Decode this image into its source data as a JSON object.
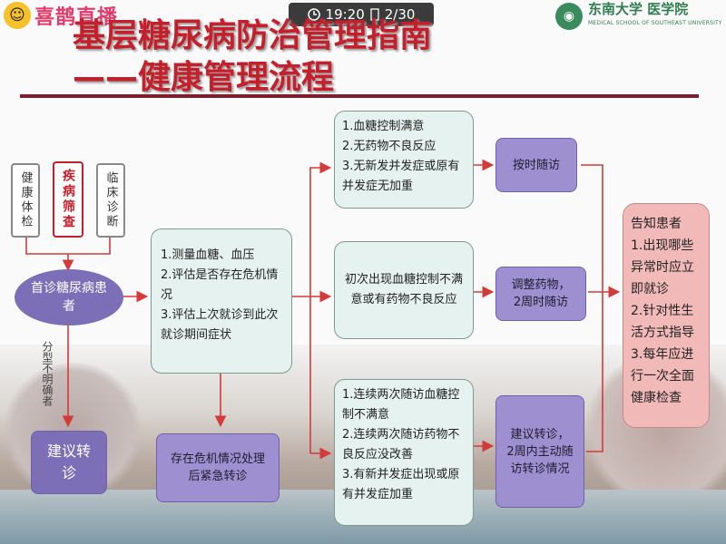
{
  "overlay": {
    "live_logo_text": "喜鹊直播",
    "clock_icon": "clock-icon",
    "time": "19:20",
    "page_icon": "page-icon",
    "page_counter": "2/30",
    "school_name": "东南大学 医学院",
    "school_name_en": "MEDICAL SCHOOL OF SOUTHEAST UNIVERSITY"
  },
  "title": {
    "line1": "基层糖尿病防治管理指南",
    "line2": "——健康管理流程"
  },
  "sources": {
    "health_check": "健康体检",
    "disease_screening": "疾病筛查",
    "clinical_diagnosis": "临床诊断"
  },
  "first_visit": "首诊糖尿病患者",
  "unclear_type": "分型不明确者",
  "referral": "建议转诊",
  "assessment": {
    "item1": "1.测量血糖、血压",
    "item2": "2.评估是否存在危机情况",
    "item3": "3.评估上次就诊到此次就诊期间症状"
  },
  "crisis": "存在危机情况处理后紧急转诊",
  "outcome_ok": {
    "item1": "1.血糖控制满意",
    "item2": "2.无药物不良反应",
    "item3": "3.无新发并发症或原有并发症无加重"
  },
  "outcome_first_fail": "初次出现血糖控制不满意或有药物不良反应",
  "outcome_repeat_fail": {
    "item1": "1.连续两次随访血糖控制不满意",
    "item2": "2.连续两次随访药物不良反应没改善",
    "item3": "3.有新并发症出现或原有并发症加重"
  },
  "action_followup": "按时随访",
  "action_adjust": {
    "line1": "调整药物，",
    "line2": "2周时随访"
  },
  "action_referral": {
    "line1": "建议转诊，",
    "line2": "2周内主动随访转诊情况"
  },
  "inform": {
    "heading": "告知患者",
    "item1": "1.出现哪些异常时应立即就诊",
    "item2": "2.针对性生活方式指导",
    "item3": "3.每年应进行一次全面健康检查"
  },
  "colors": {
    "title_red": "#c41f2a",
    "purple": "#9e8fd0",
    "mint": "#e6f2ef",
    "pink": "#f2b9b9",
    "arrow_red": "#d43a3a"
  }
}
